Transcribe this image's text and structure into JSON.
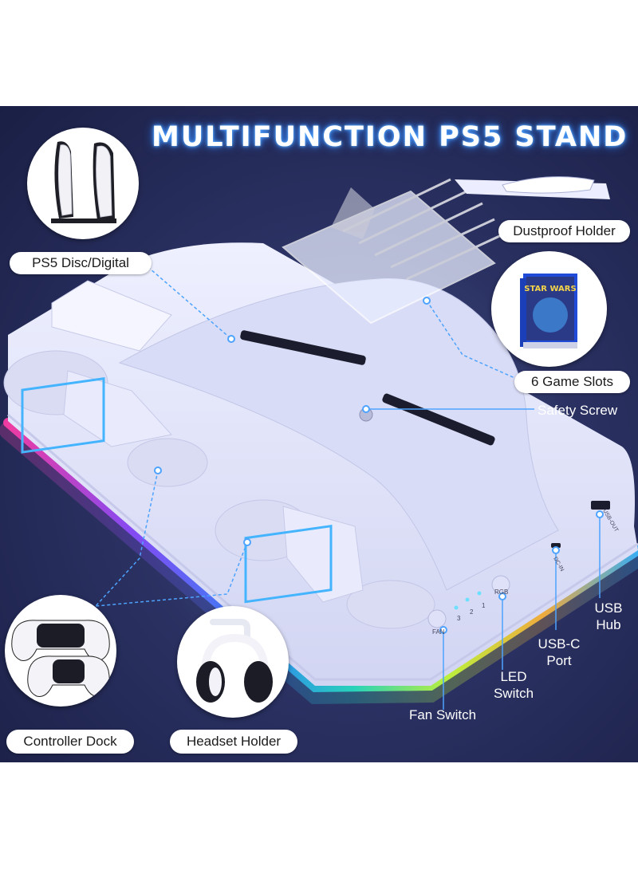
{
  "title": "MULTIFUNCTION PS5 STAND",
  "callouts": {
    "ps5_disc_digital": "PS5 Disc/Digital",
    "dustproof_holder": "Dustproof Holder",
    "game_slots": "6 Game Slots",
    "safety_screw": "Safety Screw",
    "controller_dock": "Controller Dock",
    "headset_holder": "Headset Holder",
    "fan_switch": "Fan Switch",
    "led_switch_line1": "LED",
    "led_switch_line2": "Switch",
    "usbc_port_line1": "USB-C",
    "usbc_port_line2": "Port",
    "usb_hub_line1": "USB",
    "usb_hub_line2": "Hub"
  },
  "device_markings": {
    "fan": "FAN",
    "rgb": "RGB",
    "led_levels": [
      "3",
      "2",
      "1"
    ],
    "dc_in": "DC-IN",
    "usb_out": "USB-OUT",
    "game_cover": "STAR WARS"
  },
  "colors": {
    "background": "#2b3263",
    "title_glow": "#2f7dff",
    "callout_line": "#4da3ff",
    "stand_body": "#e6e8fb"
  }
}
